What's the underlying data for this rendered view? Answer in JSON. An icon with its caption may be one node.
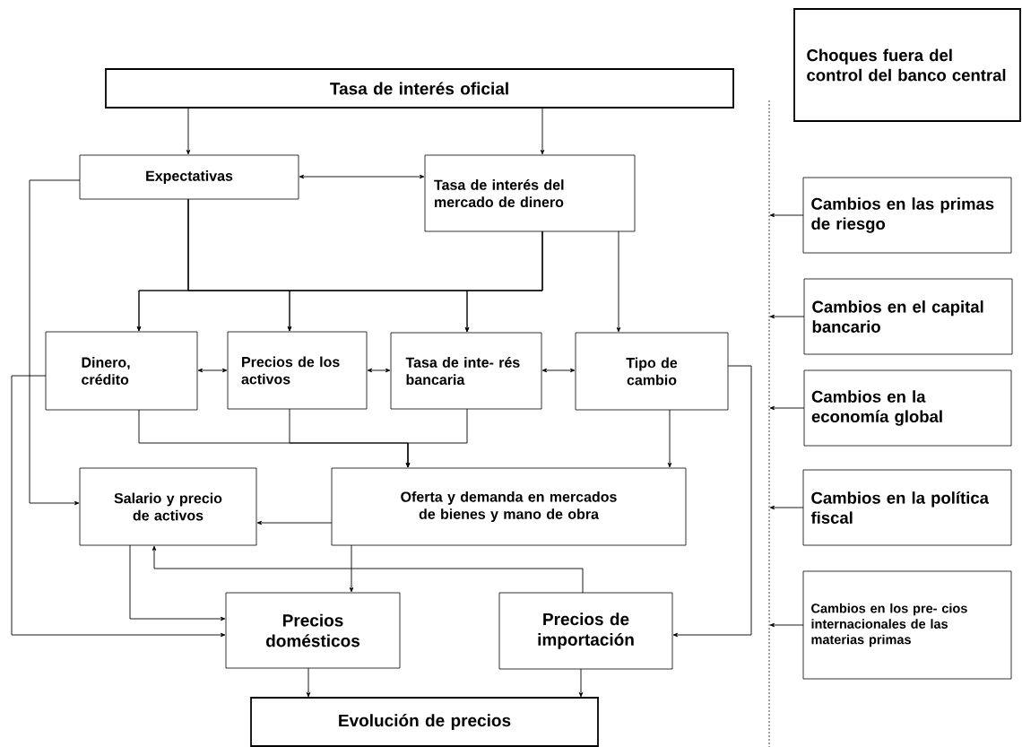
{
  "diagram": {
    "nodes": [
      {
        "text": [
          "Tasa de interés oficial"
        ]
      },
      {
        "text": [
          "Expectativas"
        ]
      },
      {
        "text": [
          "Tasa de interés del mercado de dinero"
        ]
      },
      {
        "text": [
          "Dinero, crédito"
        ]
      },
      {
        "text": [
          "Precios de los activos"
        ]
      },
      {
        "text": [
          "Tasa de inte- rés bancaria"
        ]
      },
      {
        "text": [
          "Tipo de cambio"
        ]
      },
      {
        "text": [
          "Salario y precio de activos"
        ]
      },
      {
        "text": [
          "Oferta y demanda en mercados de bienes y mano de obra"
        ]
      },
      {
        "text": [
          "Precios domésticos"
        ]
      },
      {
        "text": [
          "Precios de importación"
        ]
      },
      {
        "text": [
          "Evolución de precios"
        ]
      },
      {
        "text": [
          "Choques fuera del control del banco central"
        ]
      },
      {
        "text": [],
        "shape": "line"
      },
      {
        "text": [
          "Cambios en las primas de riesgo"
        ]
      },
      {
        "text": [
          "Cambios en el capital bancario"
        ]
      },
      {
        "text": [
          "Cambios en la economía global"
        ]
      },
      {
        "text": [
          "Cambios en la política fiscal"
        ]
      },
      {
        "text": [
          "Cambios en los pre- cios internacionales de las materias primas"
        ]
      }
    ],
    "edges": [
      {
        "from": 0,
        "to": 1,
        "arrow": "to"
      },
      {
        "from": 0,
        "to": 2,
        "arrow": "to"
      },
      {
        "from": 1,
        "to": 2,
        "arrow": "both"
      },
      {
        "from": 1,
        "to": 3,
        "arrow": "to"
      },
      {
        "from": 1,
        "to": 4,
        "arrow": "to"
      },
      {
        "from": 1,
        "to": 5,
        "arrow": "to"
      },
      {
        "from": 2,
        "to": 3,
        "arrow": "to"
      },
      {
        "from": 2,
        "to": 4,
        "arrow": "to"
      },
      {
        "from": 2,
        "to": 5,
        "arrow": "to"
      },
      {
        "from": 2,
        "to": 6,
        "arrow": "to"
      },
      {
        "from": 3,
        "to": 4,
        "arrow": "both"
      },
      {
        "from": 4,
        "to": 5,
        "arrow": "both"
      },
      {
        "from": 5,
        "to": 6,
        "arrow": "both"
      },
      {
        "from": 1,
        "to": 7,
        "arrow": "to"
      },
      {
        "from": 3,
        "to": 9,
        "arrow": "to"
      },
      {
        "from": 3,
        "to": 8,
        "arrow": "to"
      },
      {
        "from": 4,
        "to": 8,
        "arrow": "to"
      },
      {
        "from": 5,
        "to": 8,
        "arrow": "to"
      },
      {
        "from": 6,
        "to": 8,
        "arrow": "to"
      },
      {
        "from": 6,
        "to": 10,
        "arrow": "to"
      },
      {
        "from": 8,
        "to": 7,
        "arrow": "to"
      },
      {
        "from": 8,
        "to": 9,
        "arrow": "to"
      },
      {
        "from": 7,
        "to": 9,
        "arrow": "to"
      },
      {
        "from": 10,
        "to": 7,
        "arrow": "to"
      },
      {
        "from": 9,
        "to": 11,
        "arrow": "to"
      },
      {
        "from": 10,
        "to": 11,
        "arrow": "to"
      },
      {
        "from": 14,
        "to": 13,
        "arrow": "to"
      },
      {
        "from": 15,
        "to": 13,
        "arrow": "to"
      },
      {
        "from": 16,
        "to": 13,
        "arrow": "to"
      },
      {
        "from": 17,
        "to": 13,
        "arrow": "to"
      },
      {
        "from": 18,
        "to": 13,
        "arrow": "to"
      }
    ]
  }
}
